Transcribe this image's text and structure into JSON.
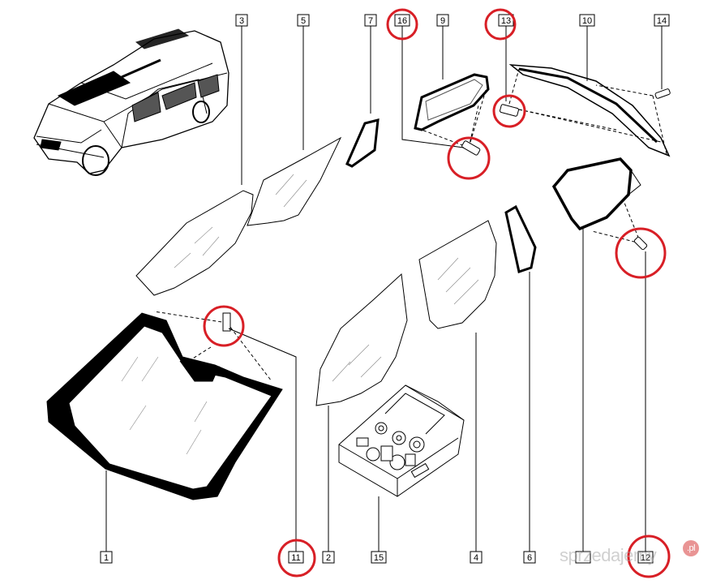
{
  "labels": {
    "l1": "1",
    "l2": "2",
    "l3": "3",
    "l4": "4",
    "l5": "5",
    "l6": "6",
    "l7": "7",
    "l9": "9",
    "l10": "10",
    "l11": "11",
    "l12": "12",
    "l13": "13",
    "l14": "14",
    "l15": "15",
    "l16": "16"
  },
  "highlight_color": "#d81f26",
  "watermark": {
    "text": "sprzedajemy",
    "tld": ".pl"
  }
}
